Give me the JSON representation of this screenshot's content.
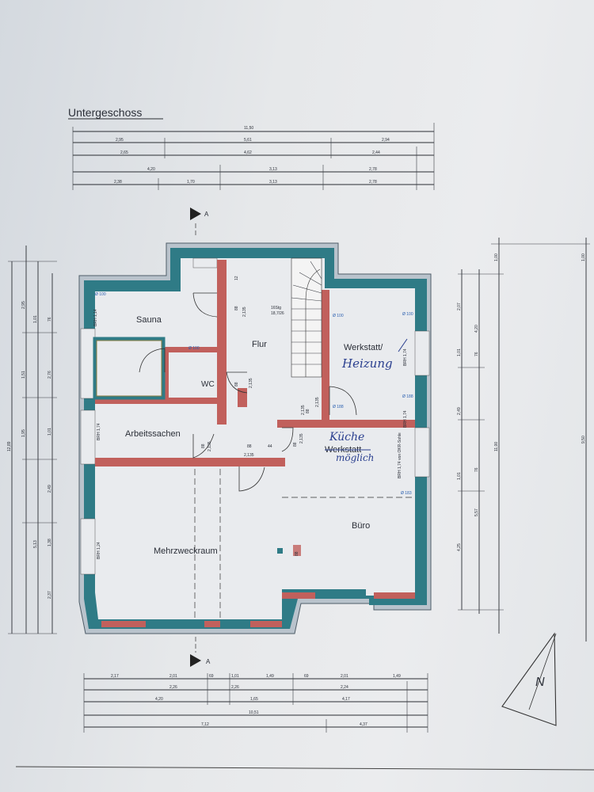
{
  "title": "Untergeschoss",
  "section_marker": "A",
  "rooms": {
    "sauna": "Sauna",
    "flur": "Flur",
    "werkstatt": "Werkstatt/",
    "heizung": "Heizung",
    "wc": "WC",
    "arbeitssachen": "Arbeitssachen",
    "kueche": "Küche",
    "werkstatt2": "Werkstatt",
    "moeglich": "möglich",
    "mehrzweckraum": "Mehrzweckraum",
    "buero": "Büro"
  },
  "stair_note": [
    "16Stg",
    "18,7/26"
  ],
  "door_dims": [
    "88",
    "2,135",
    "88",
    "2,135",
    "88",
    "2,135",
    "88",
    "2,135",
    "88",
    "2,135",
    "88",
    "2,135",
    "12",
    "44",
    "2,135",
    "88"
  ],
  "window_labels": [
    "BRH 1,14",
    "BRH 1,74",
    "BRH 1,74",
    "BRH 1,24",
    "BRH 1,74",
    "BRH 1,74 von OKR-Sohle"
  ],
  "level_marks": [
    "Ø 100",
    "Ø 100",
    "Ø 100",
    "Ø 100",
    "Ø 188",
    "Ø 188",
    "Ø 183"
  ],
  "dims_top": {
    "overall": "11,50",
    "row1": [
      "2,95",
      "5,61",
      "2,94"
    ],
    "row2": [
      "2,65",
      "4,62",
      "2,44"
    ],
    "row3": [
      "4,20",
      "3,13",
      "2,78"
    ],
    "row4": [
      "2,38",
      "1,70",
      "3,13",
      "2,78"
    ]
  },
  "dims_bottom": {
    "row1": [
      "2,17",
      "2,01",
      "69",
      "1,01",
      "1,49",
      "69",
      "2,01",
      "1,49"
    ],
    "row2": [
      "2,26",
      "2,26",
      "2,24"
    ],
    "row3": [
      "4,20",
      "1,65",
      "4,17"
    ],
    "row4": [
      "10,51"
    ],
    "row5": [
      "7,12",
      "4,37"
    ]
  },
  "dims_left": [
    "12,89",
    "2,95",
    "1,01",
    "76",
    "1,51",
    "2,76",
    "1,95",
    "1,01",
    "2,49",
    "5,13",
    "1,38",
    "2,37"
  ],
  "dims_right": [
    "11,00",
    "9,50",
    "2,07",
    "1,01",
    "76",
    "4,20",
    "2,49",
    "1,01",
    "76",
    "5,57",
    "4,25",
    "1,00",
    "1,00"
  ],
  "north_label": "N"
}
